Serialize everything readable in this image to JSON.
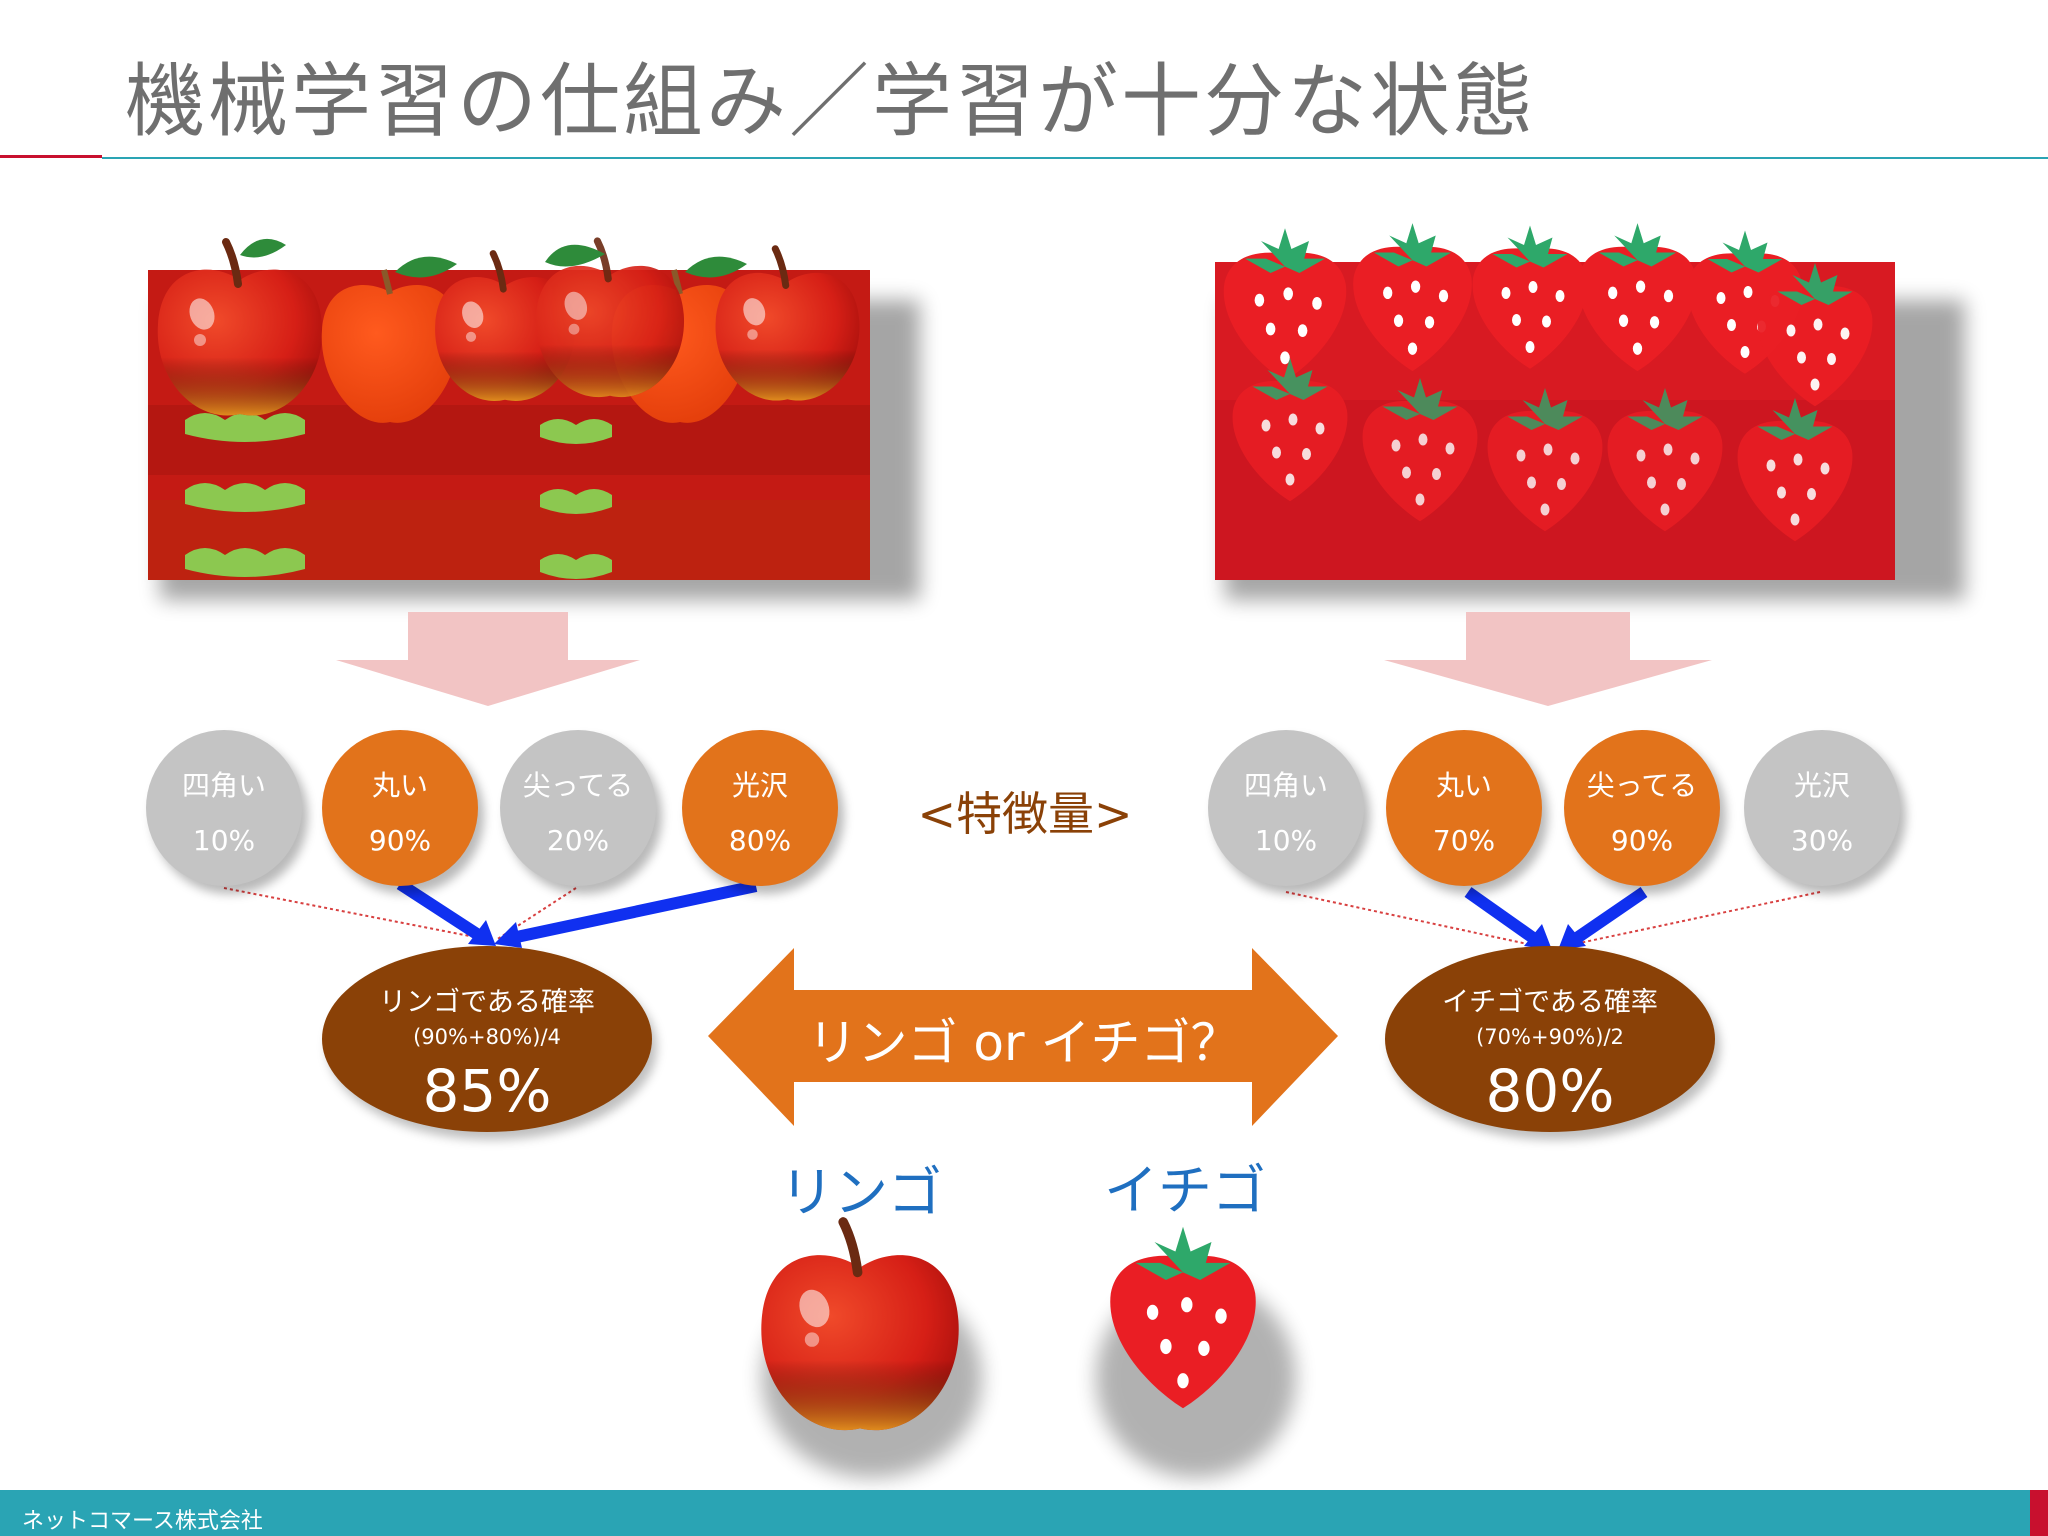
{
  "slide": {
    "title": "機械学習の仕組み／学習が十分な状態",
    "feature_label": "<特徴量>",
    "question_label": "リンゴ or イチゴ？"
  },
  "apple": {
    "features": [
      {
        "label": "四角い",
        "value": "10%",
        "color": "gray"
      },
      {
        "label": "丸い",
        "value": "90%",
        "color": "orange"
      },
      {
        "label": "尖ってる",
        "value": "20%",
        "color": "gray"
      },
      {
        "label": "光沢",
        "value": "80%",
        "color": "orange"
      }
    ],
    "result": {
      "label": "リンゴである確率",
      "formula": "(90%+80%)/4",
      "value": "85%"
    }
  },
  "strawberry": {
    "features": [
      {
        "label": "四角い",
        "value": "10%",
        "color": "gray"
      },
      {
        "label": "丸い",
        "value": "70%",
        "color": "orange"
      },
      {
        "label": "尖ってる",
        "value": "90%",
        "color": "orange"
      },
      {
        "label": "光沢",
        "value": "30%",
        "color": "gray"
      }
    ],
    "result": {
      "label": "イチゴである確率",
      "formula": "(70%+90%)/2",
      "value": "80%"
    }
  },
  "answers": {
    "apple_label": "リンゴ",
    "strawberry_label": "イチゴ"
  },
  "footer": {
    "company": "ネットコマース株式会社"
  },
  "colors": {
    "title_text": "#6f6f6f",
    "accent_red": "#c8102e",
    "accent_teal": "#2aa4b4",
    "feature_active": "#e2731b",
    "feature_inactive": "#c4c4c4",
    "probability_fill": "#8a4107",
    "strong_arrow": "#1030f0",
    "weak_arrow": "#d84040",
    "down_arrow": "#f2c4c4",
    "answer_text": "#1f6fc0"
  }
}
